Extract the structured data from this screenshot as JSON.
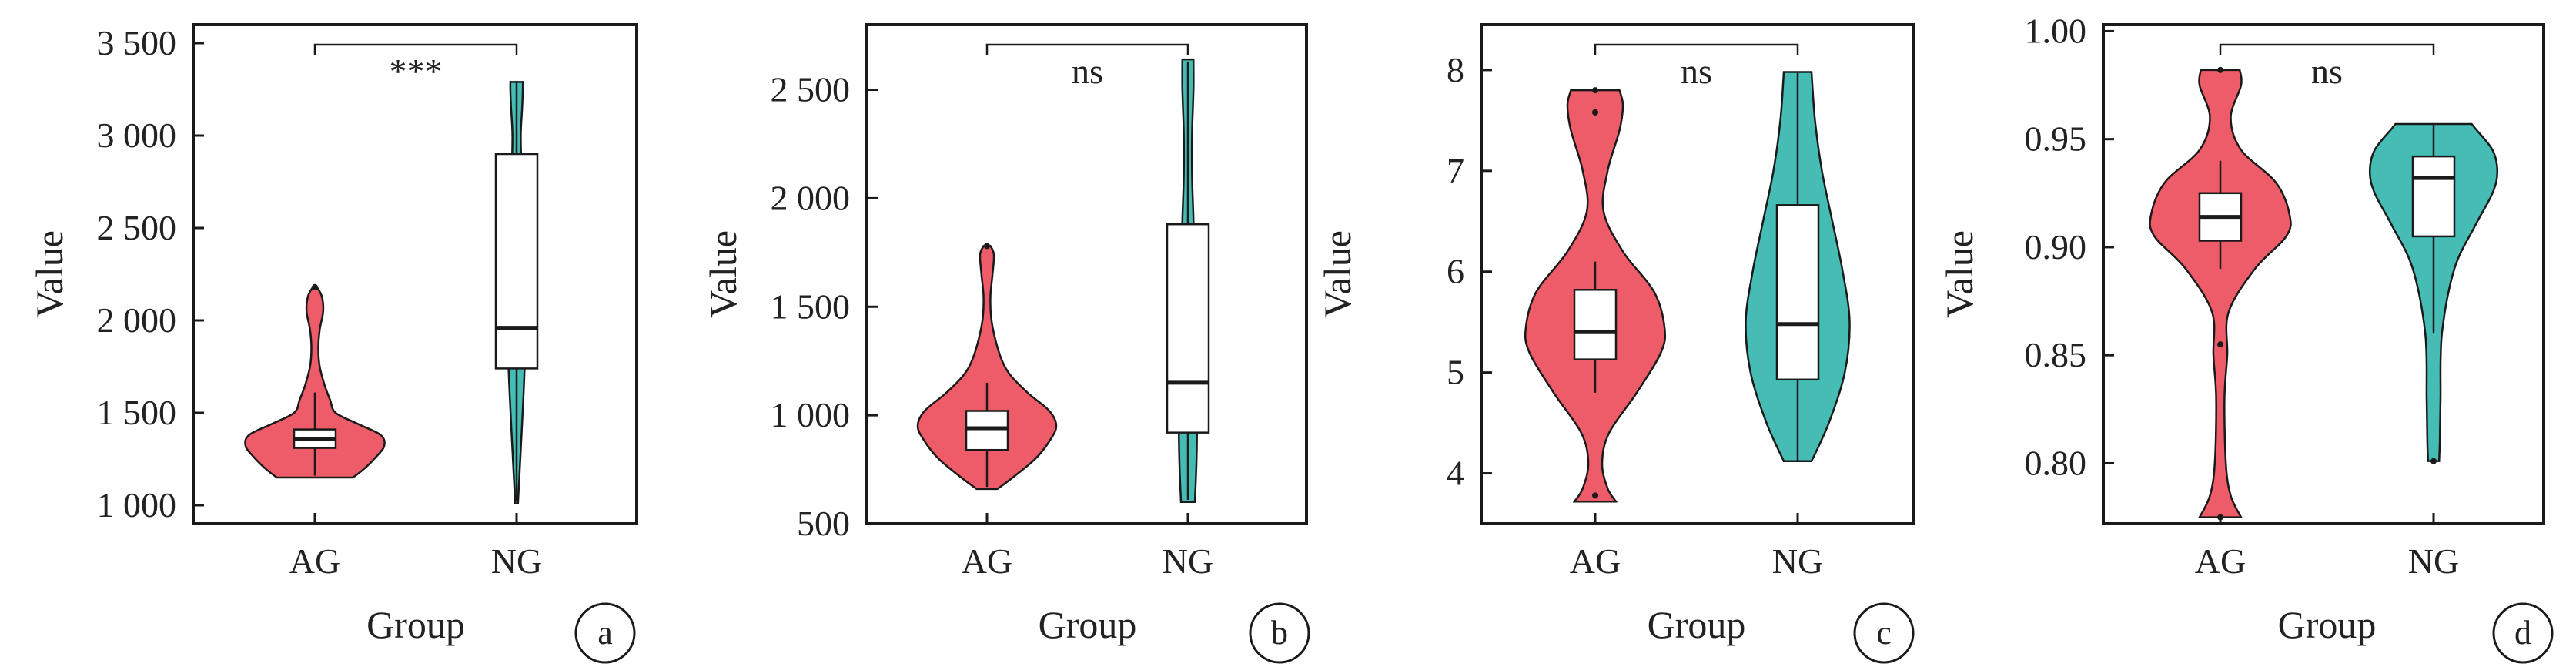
{
  "colors": {
    "AG": "#ee5c69",
    "NG": "#45bcb4",
    "box": "#ffffff",
    "stroke": "#1a1a1a"
  },
  "chart_data": [
    {
      "type": "violin",
      "panel": "a",
      "xlabel": "Group",
      "ylabel": "Value",
      "categories": [
        "AG",
        "NG"
      ],
      "ylim": [
        900,
        3600
      ],
      "yticks": [
        1000,
        1500,
        2000,
        2500,
        3000,
        3500
      ],
      "ytick_labels": [
        "1 000",
        "1 500",
        "2 000",
        "2 500",
        "3 000",
        "3 500"
      ],
      "significance": "***",
      "groups": [
        {
          "name": "AG",
          "min": 1150,
          "q1": 1310,
          "median": 1360,
          "q3": 1410,
          "max": 2180,
          "whisker_low": 1160,
          "whisker_high": 1610,
          "outliers": [
            2180
          ],
          "density": [
            [
              1150,
              0.55
            ],
            [
              1200,
              0.72
            ],
            [
              1260,
              0.88
            ],
            [
              1320,
              1.0
            ],
            [
              1380,
              0.95
            ],
            [
              1440,
              0.62
            ],
            [
              1500,
              0.3
            ],
            [
              1570,
              0.22
            ],
            [
              1650,
              0.14
            ],
            [
              1750,
              0.07
            ],
            [
              1850,
              0.05
            ],
            [
              1950,
              0.07
            ],
            [
              2050,
              0.12
            ],
            [
              2130,
              0.1
            ],
            [
              2180,
              0.03
            ]
          ]
        },
        {
          "name": "NG",
          "min": 1010,
          "q1": 1740,
          "median": 1960,
          "q3": 2900,
          "max": 3290,
          "whisker_low": 1020,
          "whisker_high": 3290,
          "outliers": [],
          "density": [
            [
              1010,
              0.02
            ],
            [
              1300,
              0.06
            ],
            [
              1600,
              0.1
            ],
            [
              1800,
              0.12
            ],
            [
              1950,
              0.12
            ],
            [
              2200,
              0.1
            ],
            [
              2500,
              0.08
            ],
            [
              2800,
              0.07
            ],
            [
              3000,
              0.06
            ],
            [
              3150,
              0.08
            ],
            [
              3250,
              0.09
            ],
            [
              3290,
              0.09
            ]
          ]
        }
      ]
    },
    {
      "type": "violin",
      "panel": "b",
      "xlabel": "Group",
      "ylabel": "Value",
      "categories": [
        "AG",
        "NG"
      ],
      "ylim": [
        500,
        2800
      ],
      "yticks": [
        500,
        1000,
        1500,
        2000,
        2500
      ],
      "ytick_labels": [
        "500",
        "1 000",
        "1 500",
        "2 000",
        "2 500"
      ],
      "significance": "ns",
      "groups": [
        {
          "name": "AG",
          "min": 660,
          "q1": 840,
          "median": 940,
          "q3": 1020,
          "max": 1780,
          "whisker_low": 670,
          "whisker_high": 1150,
          "outliers": [
            1780
          ],
          "density": [
            [
              660,
              0.15
            ],
            [
              720,
              0.4
            ],
            [
              800,
              0.7
            ],
            [
              880,
              0.9
            ],
            [
              950,
              1.0
            ],
            [
              1020,
              0.9
            ],
            [
              1100,
              0.6
            ],
            [
              1180,
              0.35
            ],
            [
              1250,
              0.22
            ],
            [
              1350,
              0.12
            ],
            [
              1450,
              0.06
            ],
            [
              1550,
              0.05
            ],
            [
              1650,
              0.08
            ],
            [
              1740,
              0.1
            ],
            [
              1780,
              0.05
            ]
          ]
        },
        {
          "name": "NG",
          "min": 600,
          "q1": 920,
          "median": 1150,
          "q3": 1880,
          "max": 2640,
          "whisker_low": 610,
          "whisker_high": 2630,
          "outliers": [],
          "density": [
            [
              600,
              0.1
            ],
            [
              750,
              0.12
            ],
            [
              900,
              0.13
            ],
            [
              1100,
              0.13
            ],
            [
              1300,
              0.12
            ],
            [
              1500,
              0.1
            ],
            [
              1700,
              0.09
            ],
            [
              1900,
              0.08
            ],
            [
              2100,
              0.06
            ],
            [
              2300,
              0.06
            ],
            [
              2500,
              0.08
            ],
            [
              2640,
              0.08
            ]
          ]
        }
      ]
    },
    {
      "type": "violin",
      "panel": "c",
      "xlabel": "Group",
      "ylabel": "Value",
      "categories": [
        "AG",
        "NG"
      ],
      "ylim": [
        3.5,
        8.45
      ],
      "yticks": [
        4,
        5,
        6,
        7,
        8
      ],
      "ytick_labels": [
        "4",
        "5",
        "6",
        "7",
        "8"
      ],
      "significance": "ns",
      "groups": [
        {
          "name": "AG",
          "min": 3.72,
          "q1": 5.13,
          "median": 5.4,
          "q3": 5.82,
          "max": 7.8,
          "whisker_low": 4.8,
          "whisker_high": 6.1,
          "outliers": [
            3.78,
            7.58,
            7.8
          ],
          "density": [
            [
              3.72,
              0.3
            ],
            [
              3.85,
              0.18
            ],
            [
              4.1,
              0.1
            ],
            [
              4.4,
              0.2
            ],
            [
              4.8,
              0.6
            ],
            [
              5.2,
              0.95
            ],
            [
              5.45,
              1.0
            ],
            [
              5.8,
              0.85
            ],
            [
              6.2,
              0.4
            ],
            [
              6.6,
              0.12
            ],
            [
              7.0,
              0.18
            ],
            [
              7.4,
              0.35
            ],
            [
              7.65,
              0.4
            ],
            [
              7.8,
              0.35
            ]
          ]
        },
        {
          "name": "NG",
          "min": 4.12,
          "q1": 4.93,
          "median": 5.48,
          "q3": 6.66,
          "max": 7.98,
          "whisker_low": 4.12,
          "whisker_high": 7.98,
          "outliers": [],
          "density": [
            [
              4.12,
              0.2
            ],
            [
              4.5,
              0.45
            ],
            [
              5.0,
              0.68
            ],
            [
              5.5,
              0.75
            ],
            [
              6.0,
              0.65
            ],
            [
              6.5,
              0.5
            ],
            [
              7.0,
              0.35
            ],
            [
              7.5,
              0.25
            ],
            [
              7.98,
              0.2
            ]
          ]
        }
      ]
    },
    {
      "type": "violin",
      "panel": "d",
      "xlabel": "Group",
      "ylabel": "Value",
      "categories": [
        "AG",
        "NG"
      ],
      "ylim": [
        0.772,
        1.003
      ],
      "yticks": [
        0.8,
        0.85,
        0.9,
        0.95,
        1.0
      ],
      "ytick_labels": [
        "0.80",
        "0.85",
        "0.90",
        "0.95",
        "1.00"
      ],
      "significance": "ns",
      "groups": [
        {
          "name": "AG",
          "min": 0.775,
          "q1": 0.903,
          "median": 0.914,
          "q3": 0.925,
          "max": 0.982,
          "whisker_low": 0.89,
          "whisker_high": 0.94,
          "outliers": [
            0.775,
            0.855,
            0.982
          ],
          "density": [
            [
              0.775,
              0.3
            ],
            [
              0.785,
              0.15
            ],
            [
              0.8,
              0.08
            ],
            [
              0.83,
              0.06
            ],
            [
              0.85,
              0.1
            ],
            [
              0.87,
              0.12
            ],
            [
              0.89,
              0.5
            ],
            [
              0.905,
              0.95
            ],
            [
              0.915,
              1.0
            ],
            [
              0.93,
              0.8
            ],
            [
              0.945,
              0.3
            ],
            [
              0.96,
              0.15
            ],
            [
              0.975,
              0.3
            ],
            [
              0.982,
              0.28
            ]
          ]
        },
        {
          "name": "NG",
          "min": 0.801,
          "q1": 0.905,
          "median": 0.932,
          "q3": 0.942,
          "max": 0.957,
          "whisker_low": 0.86,
          "whisker_high": 0.957,
          "outliers": [
            0.801
          ],
          "density": [
            [
              0.801,
              0.08
            ],
            [
              0.81,
              0.09
            ],
            [
              0.83,
              0.1
            ],
            [
              0.86,
              0.12
            ],
            [
              0.89,
              0.3
            ],
            [
              0.91,
              0.6
            ],
            [
              0.925,
              0.85
            ],
            [
              0.935,
              0.92
            ],
            [
              0.945,
              0.85
            ],
            [
              0.955,
              0.6
            ],
            [
              0.957,
              0.55
            ]
          ]
        }
      ]
    }
  ]
}
